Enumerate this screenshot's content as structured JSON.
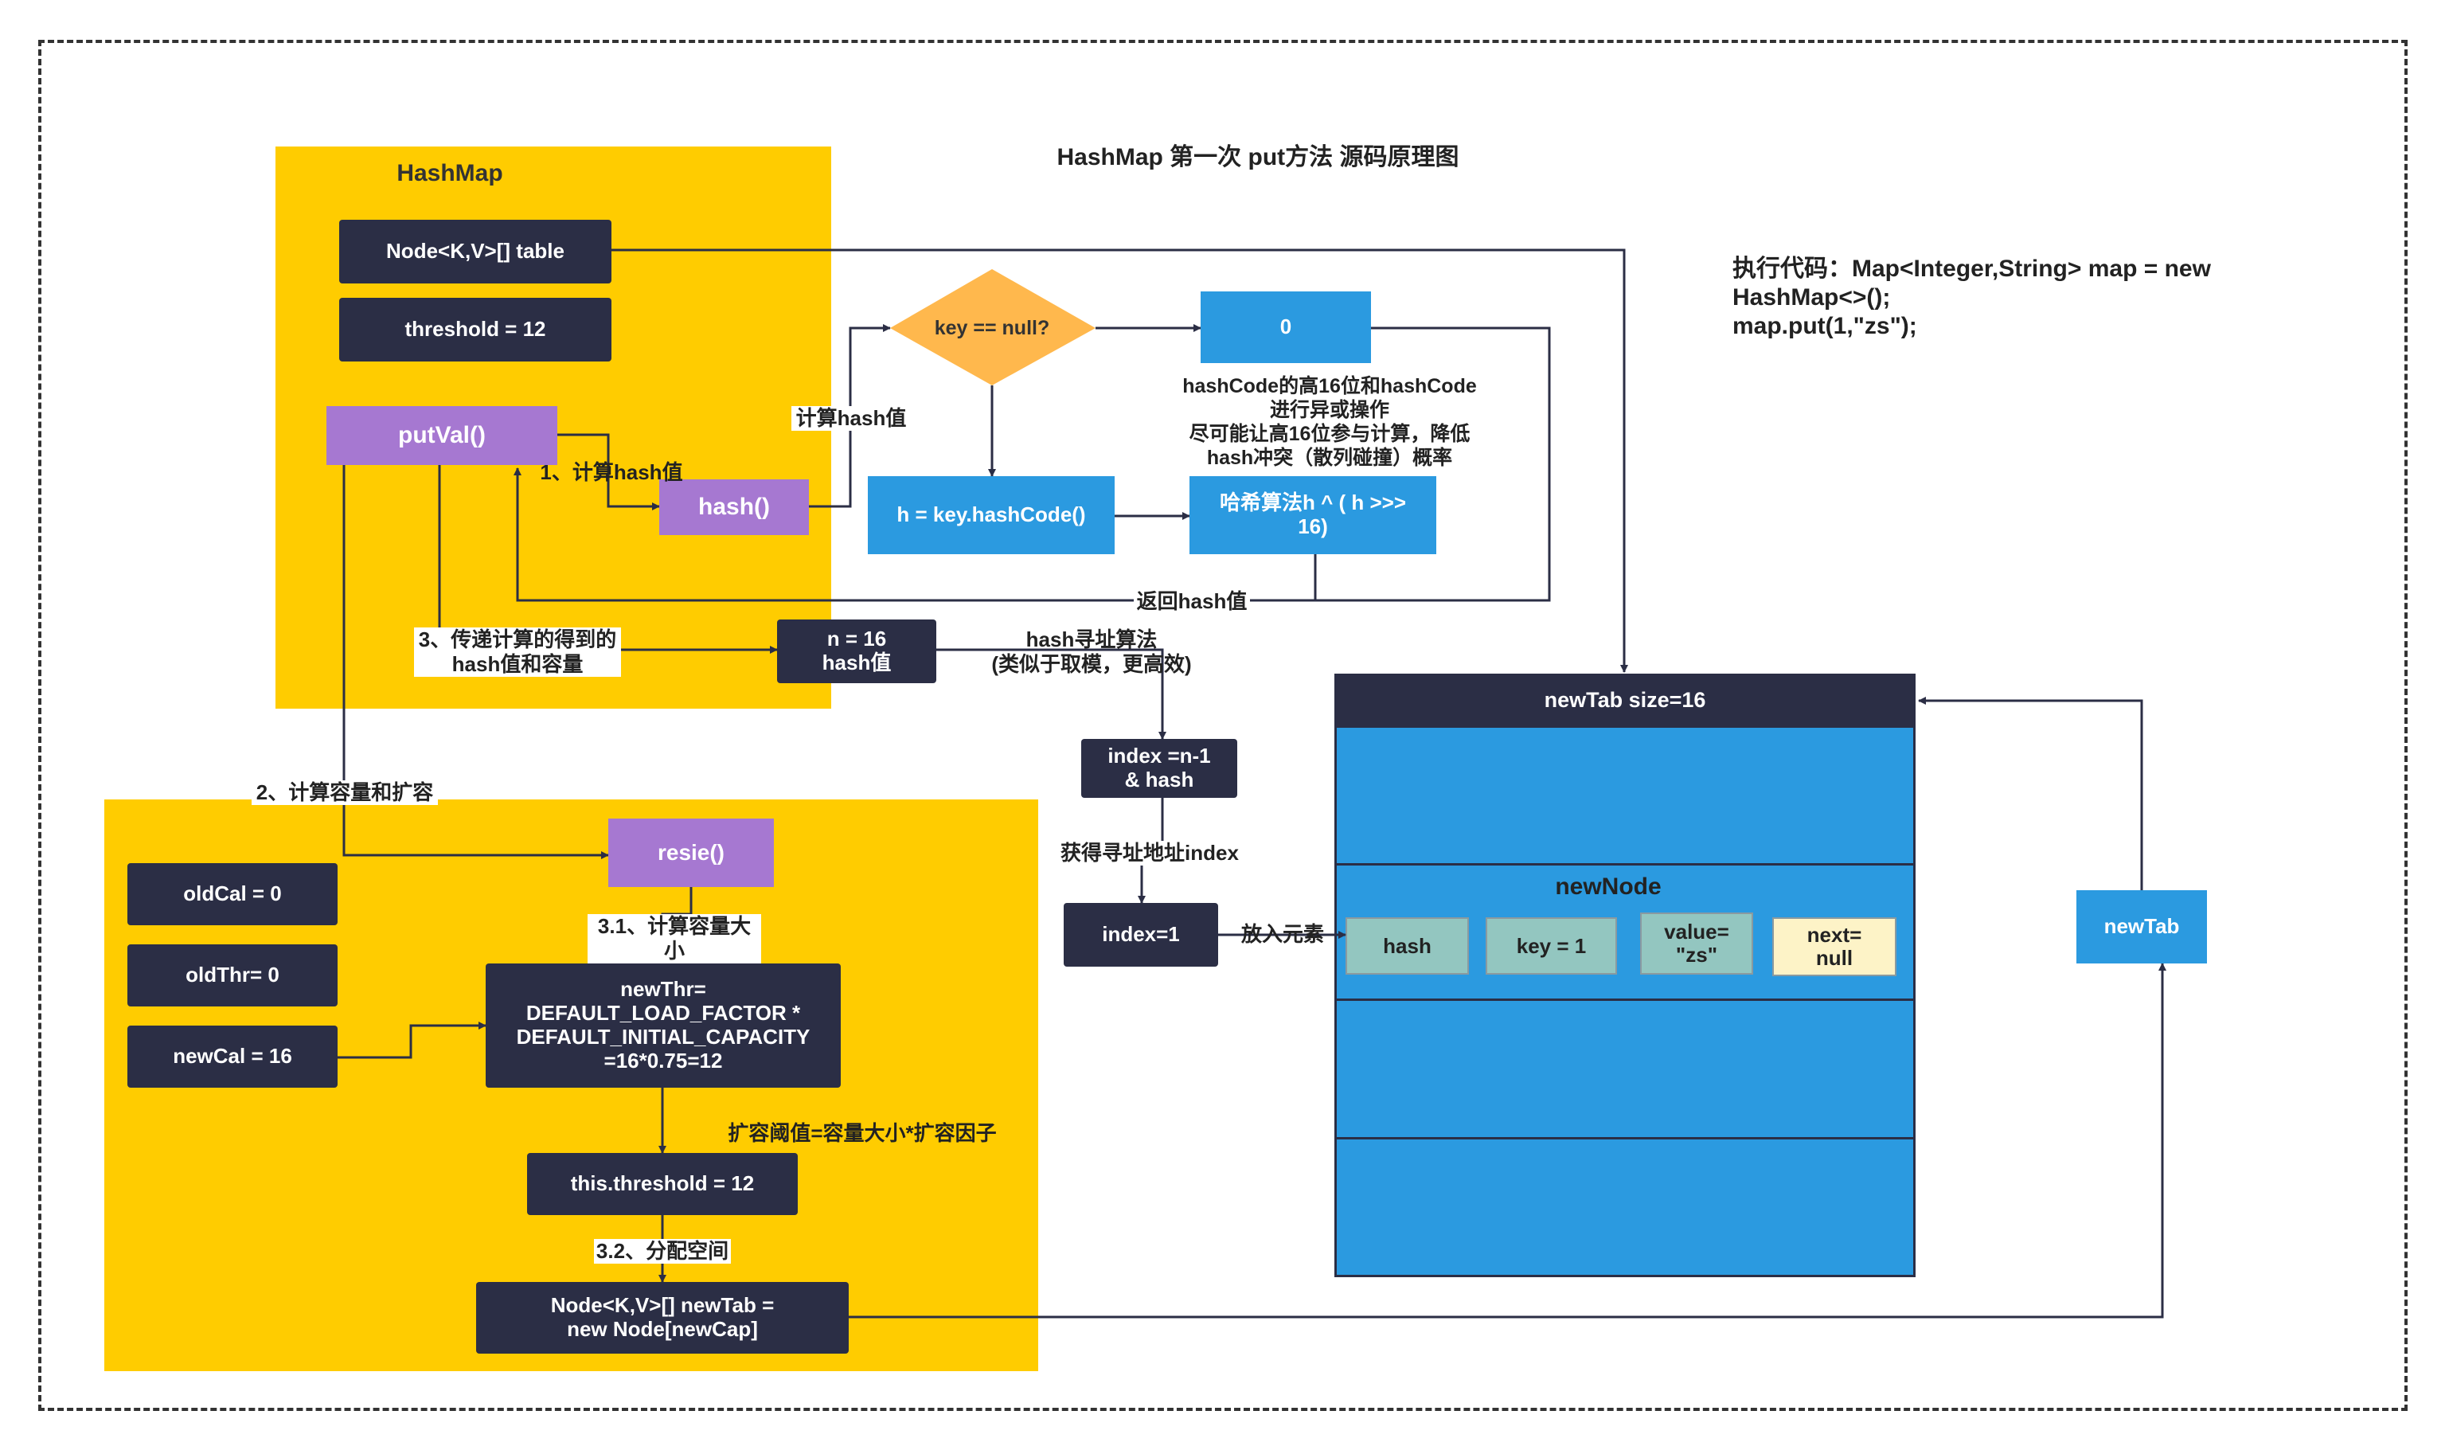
{
  "title": "HashMap   第一次  put方法 源码原理图",
  "code_note": "执行代码：Map<Integer,String> map = new\nHashMap<>();\nmap.put(1,\"zs\");",
  "hashmap": {
    "label": "HashMap",
    "table": "Node<K,V>[] table",
    "threshold": "threshold = 12",
    "putval": "putVal()",
    "hash": "hash()"
  },
  "flow": {
    "decision": "key == null?",
    "zero": "0",
    "hashcode": "h = key.hashCode()",
    "algo": "哈希算法h ^ ( h >>>\n16)",
    "n16": "n = 16\nhash值",
    "index_calc": "index =n-1\n& hash",
    "index1": "index=1"
  },
  "resize": {
    "node": "resie()",
    "oldcal": "oldCal = 0",
    "oldthr": "oldThr= 0",
    "newcal": "newCal = 16",
    "newthr": "newThr=\nDEFAULT_LOAD_FACTOR *\nDEFAULT_INITIAL_CAPACITY\n=16*0.75=12",
    "threshold": "this.threshold = 12",
    "newtab": "Node<K,V>[] newTab =\nnew Node[newCap]"
  },
  "table": {
    "header": "newTab size=16",
    "node_title": "newNode",
    "cells": [
      "hash",
      "key = 1",
      "value=\n\"zs\"",
      "next=\nnull"
    ],
    "side": "newTab"
  },
  "labels": {
    "calc_hash": "计算hash值",
    "step1": "1、计算hash值",
    "hash_desc": "hashCode的高16位和hashCode\n进行异或操作\n尽可能让高16位参与计算，降低\nhash冲突（散列碰撞）概率",
    "return_hash": "返回hash值",
    "step3": "3、传递计算的得到的\nhash值和容量",
    "addr_algo": "hash寻址算法\n(类似于取模，更高效)",
    "step2": "2、计算容量和扩容",
    "get_index": "获得寻址地址index",
    "put_elem": "放入元素",
    "step31": "3.1、计算容量大小",
    "threshold_formula": "扩容阈值=容量大小*扩容因子",
    "step32": "3.2、分配空间"
  },
  "colors": {
    "panel": "#ffcc00",
    "dark": "#2b2e45",
    "purple": "#a678d1",
    "blue": "#2b9ae0",
    "decision": "#ffb84d",
    "cell": "#93c6c0",
    "cell_next": "#fdf3c7"
  }
}
